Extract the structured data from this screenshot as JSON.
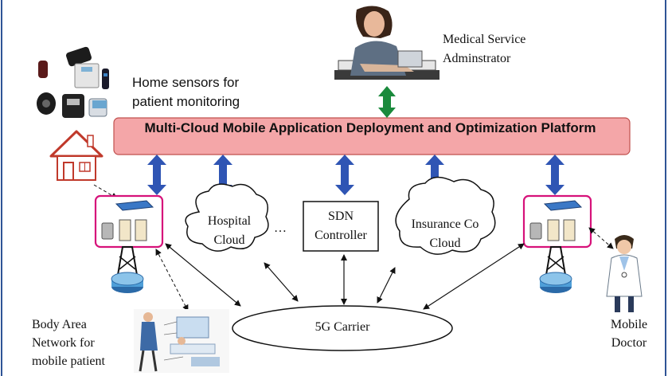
{
  "platform": {
    "title": "Multi-Cloud Mobile Application Deployment and Optimization Platform"
  },
  "admin": {
    "label": "Medical Service Adminstrator"
  },
  "home_sensors": {
    "label": "Home sensors for patient monitoring"
  },
  "hospital_cloud": {
    "label_line1": "Hospital",
    "label_line2": "Cloud"
  },
  "ellipsis": "…",
  "sdn": {
    "label_line1": "SDN",
    "label_line2": "Controller"
  },
  "insurance_cloud": {
    "label_line1": "Insurance Co",
    "label_line2": "Cloud"
  },
  "carrier": {
    "label": "5G Carrier"
  },
  "ban": {
    "label_line1": "Body Area",
    "label_line2": "Network for",
    "label_line3": "mobile patient"
  },
  "doctor": {
    "label_line1": "Mobile",
    "label_line2": "Doctor"
  },
  "colors": {
    "platform_fill": "#f4a6a8",
    "platform_stroke": "#c0504d",
    "blue_arrow": "#2f55b4",
    "green_arrow": "#1a8a3c",
    "edge_box": "#d6127a",
    "router": "#4f9fd8",
    "frame": "#2f5496"
  },
  "icons": [
    "administrator-person-icon",
    "medical-sensor-devices-icon",
    "house-icon",
    "edge-server-icon",
    "router-tower-icon",
    "patient-scene-icon",
    "doctor-icon"
  ]
}
